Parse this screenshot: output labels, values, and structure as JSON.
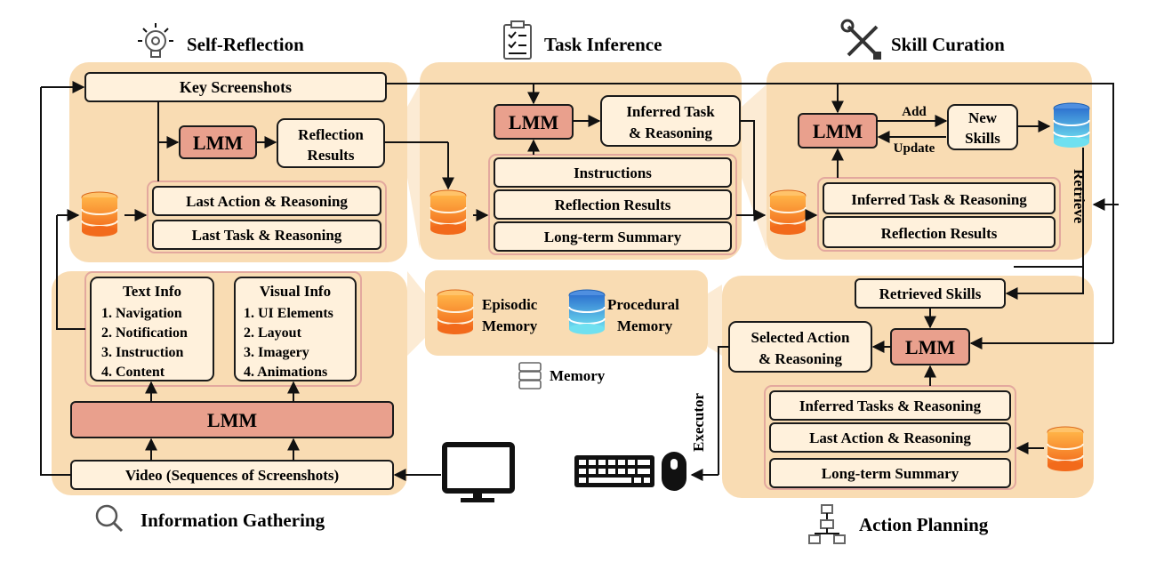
{
  "modules": {
    "self_reflection": {
      "title": "Self-Reflection",
      "key_screenshots": "Key Screenshots",
      "lmm": "LMM",
      "reflection_results": [
        "Reflection",
        "Results"
      ],
      "last_action": "Last Action & Reasoning",
      "last_task": "Last Task & Reasoning"
    },
    "task_inference": {
      "title": "Task Inference",
      "lmm": "LMM",
      "inferred_task": [
        "Inferred Task",
        "& Reasoning"
      ],
      "instructions": "Instructions",
      "reflection_results": "Reflection Results",
      "long_term_summary": "Long-term Summary"
    },
    "skill_curation": {
      "title": "Skill Curation",
      "lmm": "LMM",
      "add": "Add",
      "update": "Update",
      "new_skills": [
        "New",
        "Skills"
      ],
      "inferred_task": "Inferred Task & Reasoning",
      "reflection_results": "Reflection Results",
      "retrieve": "Retrieve"
    },
    "information_gathering": {
      "title": "Information Gathering",
      "text_info_title": "Text Info",
      "text_info": [
        "1. Navigation",
        "2. Notification",
        "3. Instruction",
        "4. Content"
      ],
      "visual_info_title": "Visual Info",
      "visual_info": [
        "1. UI Elements",
        "2. Layout",
        "3. Imagery",
        "4. Animations"
      ],
      "lmm": "LMM",
      "video": "Video (Sequences of Screenshots)"
    },
    "memory": {
      "title": "Memory",
      "episodic": [
        "Episodic",
        "Memory"
      ],
      "procedural": [
        "Procedural",
        "Memory"
      ]
    },
    "action_planning": {
      "title": "Action Planning",
      "retrieved_skills": "Retrieved Skills",
      "lmm": "LMM",
      "selected_action": [
        "Selected Action",
        "& Reasoning"
      ],
      "inferred_tasks": "Inferred Tasks & Reasoning",
      "last_action": "Last Action & Reasoning",
      "long_term_summary": "Long-term Summary",
      "executor": "Executor"
    }
  },
  "colors": {
    "panel": "#f9dcb3",
    "box": "#fff1dc",
    "lmm": "#e9a08d",
    "episodic_db": "#f08a2e",
    "procedural_db": "#3a86d6"
  },
  "icons": [
    "lightbulb-gear-icon",
    "clipboard-checklist-icon",
    "wrench-screwdriver-icon",
    "magnifier-icon",
    "database-icon",
    "flowchart-icon",
    "monitor-icon",
    "keyboard-icon",
    "mouse-icon"
  ]
}
